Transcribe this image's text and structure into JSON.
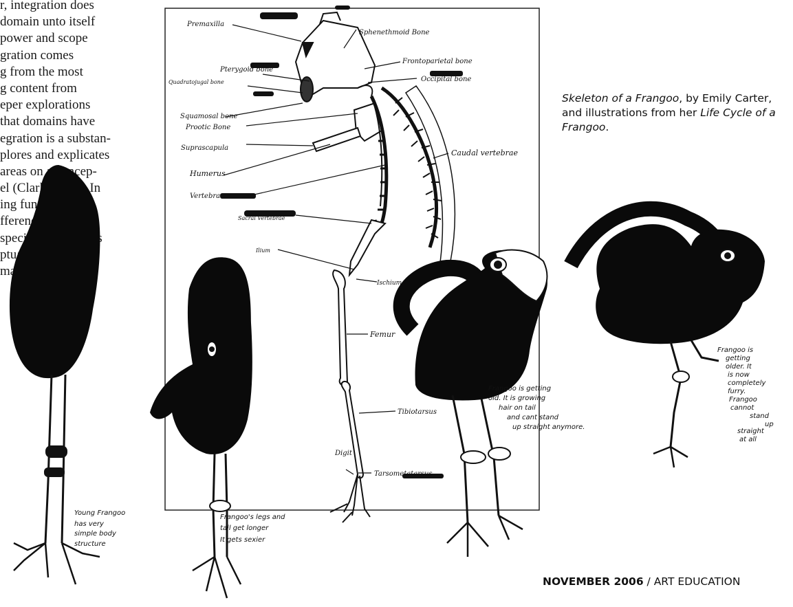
{
  "body_text": {
    "lines": [
      "r, integration does",
      "domain unto itself",
      "power and scope",
      "gration comes",
      "g from the most",
      "g content from",
      "eper explorations",
      "that domains have",
      "egration is a substan-",
      "plores and explicates",
      " areas on a concep-",
      "el (Clark, 1997). In",
      "ing fundamental",
      "fferences between",
      "specially how ideas",
      "ptualized and",
      "making"
    ]
  },
  "caption": {
    "title": "Skeleton of a Frangoo",
    "by": ", by Emily Carter, and illustrations from her ",
    "book": "Life Cycle of a Frangoo",
    "end": "."
  },
  "footer": {
    "date": "NOVEMBER 2006",
    "sep": " / ",
    "journal": "ART EDUCATION"
  },
  "skeleton_labels": {
    "premaxilla": "Premaxilla",
    "sphenethmoid": "Sphenethmoid Bone",
    "frontoparietal": "Frontoparietal bone",
    "occipital": "Occipital bone",
    "pterygoid": "Pterygoid bone",
    "quadratojugal": "Quadratojugal bone",
    "squamosal": "Squamosal bone",
    "prootic": "Prootic Bone",
    "suprascapula": "Suprascapula",
    "humerus": "Humerus",
    "vertebra": "Vertebra",
    "sacral": "Sacral Vertebrae",
    "ilium": "Ilium",
    "ischium": "Ischium",
    "caudal": "Caudal vertebrae",
    "femur": "Femur",
    "tibiotarsus": "Tibiotarsus",
    "tarsometatarsus": "Tarsometatarsus",
    "digit": "Digit"
  },
  "stage_notes": {
    "stage1": [
      "Young Frangoo",
      "has     very",
      "simple body",
      "structure"
    ],
    "stage2": [
      "Frangoo's legs and",
      "tail get longer",
      "It gets sexier"
    ],
    "stage3": [
      "Frangoo is getting",
      "old. It is growing",
      "hair on tail",
      "and cant stand",
      "up straight anymore."
    ],
    "stage4": [
      "Frangoo is",
      "getting",
      "older. It",
      "is now",
      "completely",
      "furry.",
      "Frangoo",
      "cannot",
      "stand",
      "up",
      "straight",
      "at all"
    ]
  }
}
